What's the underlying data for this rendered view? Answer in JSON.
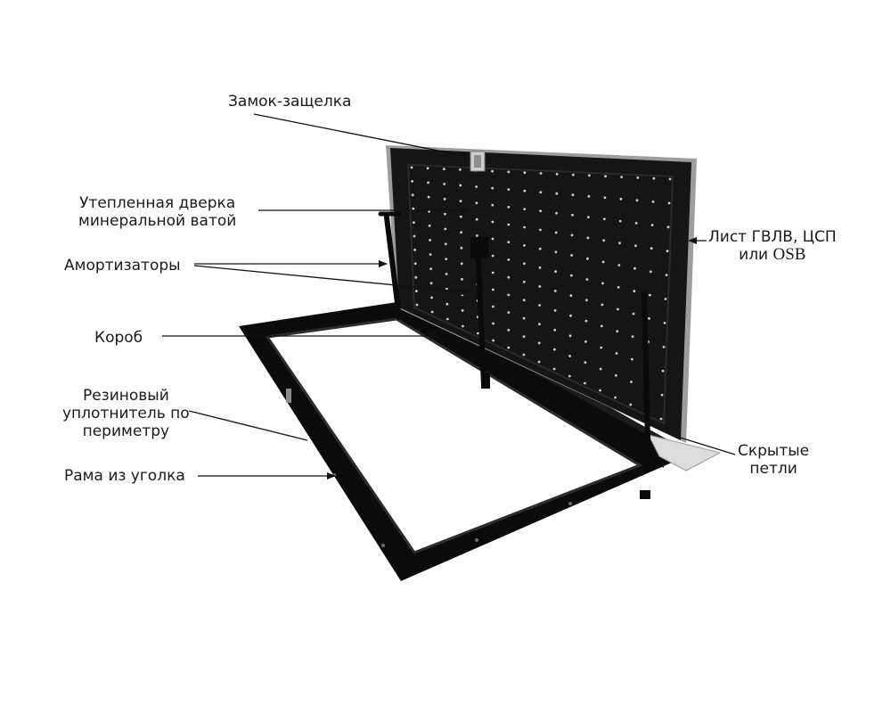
{
  "labels": {
    "latch": "Замок-защелка",
    "door_line1": "Утепленная дверка",
    "door_line2": "минеральной ватой",
    "shock": "Амортизаторы",
    "sheet_line1": "Лист ГВЛВ, ЦСП",
    "sheet_line2_prefix": "или ",
    "sheet_line2_osb": "OSB",
    "box": "Короб",
    "seal_line1": "Резиновый",
    "seal_line2": "уплотнитель по",
    "seal_line3": "периметру",
    "hinges_line1": "Скрытые",
    "hinges_line2": "петли",
    "frame": "Рама из уголка"
  },
  "colors": {
    "text": "#1a1a1a",
    "leader": "#111111",
    "metal": "#0b0b0b",
    "panel": "#151515",
    "edge": "#bdbdbd"
  }
}
